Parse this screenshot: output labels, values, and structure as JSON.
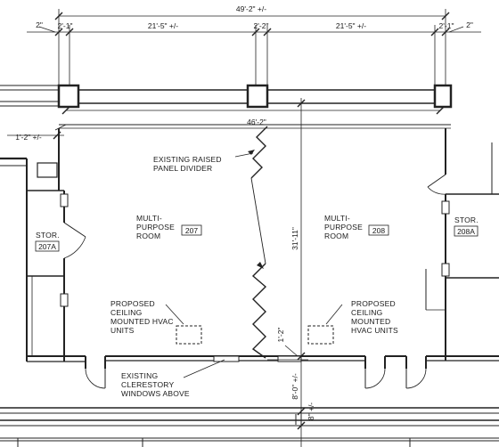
{
  "dimensions": {
    "overall": "49'-2\" +/-",
    "wall_thickness_left": "2\"",
    "wall_thickness_right": "2\"",
    "column_left": "2'-1\"",
    "bay_left": "21'-5\" +/-",
    "column_middle": "2'-2\"",
    "bay_right": "21'-5\" +/-",
    "column_right": "2'-1\"",
    "interior_width": "46'-2\"",
    "left_offset": "1'-2\" +/-",
    "room_depth": "31'-11\"",
    "bottom_offset": "1'-2\"",
    "corridor_depth": "8'-0\" +/-",
    "bottom_small": "8\" +/-"
  },
  "rooms": [
    {
      "lines": [
        "MULTI-",
        "PURPOSE",
        "ROOM"
      ],
      "number": "207"
    },
    {
      "lines": [
        "MULTI-",
        "PURPOSE",
        "ROOM"
      ],
      "number": "208"
    },
    {
      "lines": [
        "STOR."
      ],
      "number": "207A"
    },
    {
      "lines": [
        "STOR."
      ],
      "number": "208A"
    }
  ],
  "notes": {
    "divider": [
      "EXISTING RAISED",
      "PANEL DIVIDER"
    ],
    "hvac_left": [
      "PROPOSED",
      "CEILING",
      "MOUNTED HVAC",
      "UNITS"
    ],
    "hvac_right": [
      "PROPOSED",
      "CEILING",
      "MOUNTED",
      "HVAC UNITS"
    ],
    "clerestory": [
      "EXISTING",
      "CLERESTORY",
      "WINDOWS ABOVE"
    ]
  }
}
